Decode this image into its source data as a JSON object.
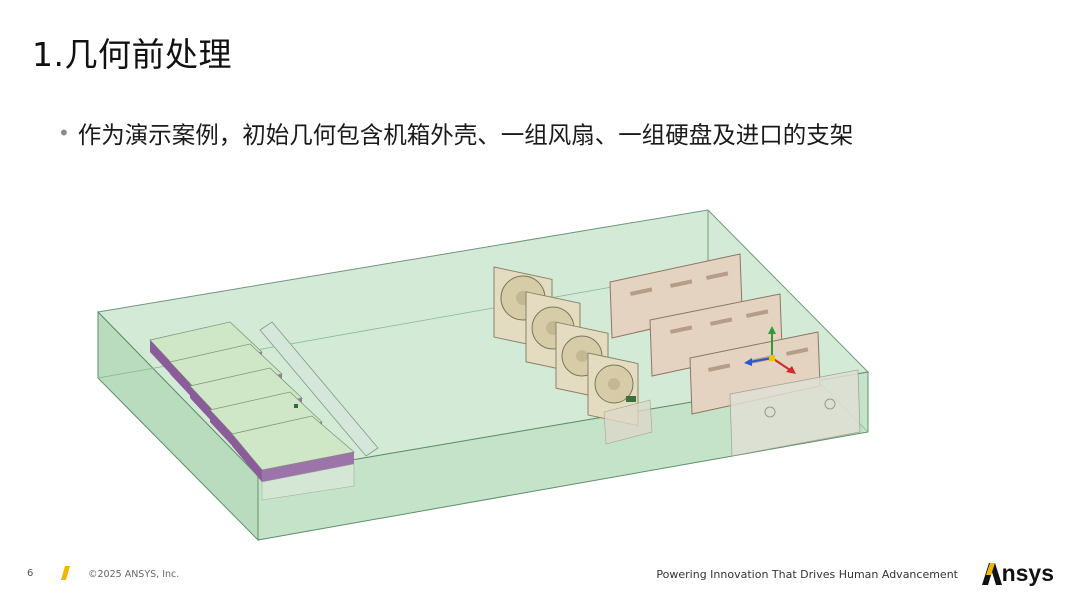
{
  "slide": {
    "title": "1.几何前处理",
    "bullet": "作为演示案例，初始几何包含机箱外壳、一组风扇、一组硬盘及进口的支架"
  },
  "footer": {
    "page_number": "6",
    "copyright": "©2025 ANSYS, Inc.",
    "tagline": "Powering Innovation That Drives Human Advancement",
    "logo_text": "nsys"
  },
  "colors": {
    "enclosure": "#bfe0c4",
    "drive_body": "#c7e2c0",
    "drive_side": "#8a5c99",
    "fan": "#e4dcc0",
    "bracket": "#e5d3c2",
    "accent": "#f2b600"
  },
  "icons": [
    "ansys-slash-icon",
    "axis-triad-icon"
  ]
}
